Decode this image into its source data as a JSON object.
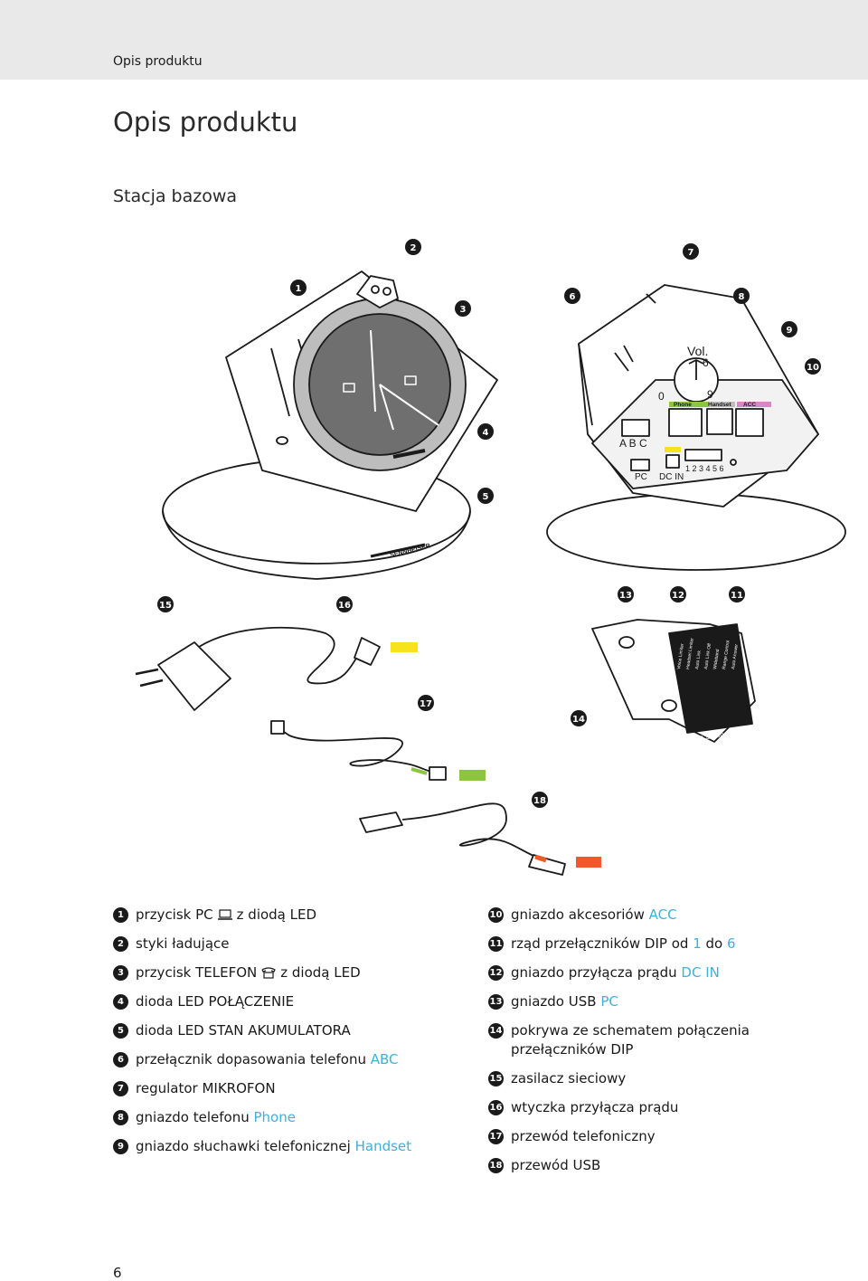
{
  "header": {
    "title": "Opis produktu"
  },
  "page_title": "Opis produktu",
  "section_title": "Stacja bazowa",
  "figure": {
    "labels": {
      "volume": "Vol.",
      "vol_min": "0",
      "vol_mid": "6",
      "vol_max": "9",
      "port_phone": "Phone",
      "port_handset": "Handset",
      "port_acc": "ACC",
      "switch_abc": "A B C",
      "pc": "PC",
      "dc_in": "DC IN",
      "dip_numbers": "1 2 3 4 5 6",
      "brand": "SENNHEISER",
      "extra_settings": "Extra Settings",
      "dip_options": [
        "Voice Limiter",
        "Headset Limiter",
        "Auto Link",
        "Auto Link Off",
        "Wideband",
        "Range Control",
        "Auto Answer"
      ]
    },
    "callouts": [
      "1",
      "2",
      "3",
      "4",
      "5",
      "6",
      "7",
      "8",
      "9",
      "10",
      "11",
      "12",
      "13",
      "14",
      "15",
      "16",
      "17",
      "18"
    ],
    "swatch_colors": {
      "dc_in": "#f6e31b",
      "phone": "#8cc63f",
      "usb": "#f05a28"
    }
  },
  "legend": {
    "left": [
      {
        "num": "1",
        "pre": "przycisk PC",
        "icon": "pc-icon",
        "post": "z diodą LED",
        "hl": ""
      },
      {
        "num": "2",
        "pre": "styki ładujące",
        "post": "",
        "hl": ""
      },
      {
        "num": "3",
        "pre": "przycisk TELEFON",
        "icon": "phone-icon",
        "post": "z diodą LED",
        "hl": ""
      },
      {
        "num": "4",
        "pre": "dioda LED POŁĄCZENIE",
        "post": "",
        "hl": ""
      },
      {
        "num": "5",
        "pre": "dioda LED STAN AKUMULATORA",
        "post": "",
        "hl": ""
      },
      {
        "num": "6",
        "pre": "przełącznik dopasowania telefonu",
        "post": "",
        "hl": "ABC"
      },
      {
        "num": "7",
        "pre": "regulator MIKROFON",
        "post": "",
        "hl": ""
      },
      {
        "num": "8",
        "pre": "gniazdo telefonu",
        "post": "",
        "hl": "Phone"
      },
      {
        "num": "9",
        "pre": "gniazdo słuchawki telefonicznej",
        "post": "",
        "hl": "Handset"
      }
    ],
    "right": [
      {
        "num": "10",
        "pre": "gniazdo akcesoriów",
        "hl": "ACC"
      },
      {
        "num": "11",
        "pre": "rząd przełączników DIP od",
        "hl": "1",
        "mid": "do",
        "hl2": "6"
      },
      {
        "num": "12",
        "pre": "gniazdo przyłącza prądu",
        "hl": "DC IN"
      },
      {
        "num": "13",
        "pre": "gniazdo USB",
        "hl": "PC"
      },
      {
        "num": "14",
        "pre": "pokrywa ze schematem połączenia przełączników DIP",
        "hl": ""
      },
      {
        "num": "15",
        "pre": "zasilacz sieciowy",
        "hl": ""
      },
      {
        "num": "16",
        "pre": "wtyczka przyłącza prądu",
        "hl": ""
      },
      {
        "num": "17",
        "pre": "przewód telefoniczny",
        "hl": ""
      },
      {
        "num": "18",
        "pre": "przewód USB",
        "hl": ""
      }
    ]
  },
  "footer": {
    "page_number": "6"
  }
}
